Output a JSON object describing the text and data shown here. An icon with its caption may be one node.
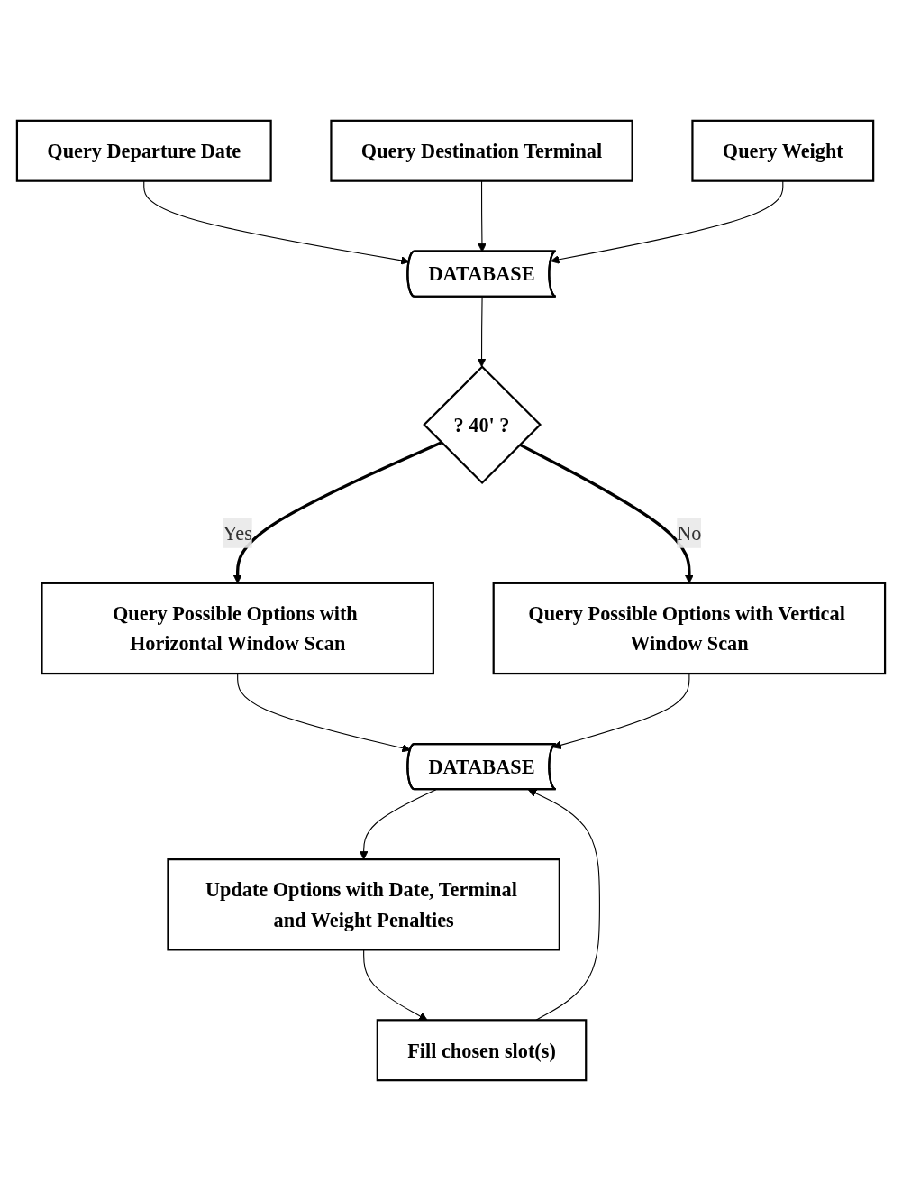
{
  "diagram": {
    "nodes": [
      {
        "text": [
          "Query Departure Date"
        ]
      },
      {
        "text": [
          "Query Destination Terminal"
        ]
      },
      {
        "text": [
          "Query Weight"
        ]
      },
      {
        "text": [
          "DATABASE"
        ]
      },
      {
        "text": [
          "? 40' ?"
        ]
      },
      {
        "text": [
          "Query Possible Options with Horizontal Window Scan"
        ]
      },
      {
        "text": [
          "Query Possible Options with Vertical Window Scan"
        ]
      },
      {
        "text": [
          "DATABASE"
        ]
      },
      {
        "text": [
          "Update Options with Date, Terminal and Weight Penalties"
        ]
      },
      {
        "text": [
          "Fill chosen slot(s)"
        ]
      }
    ],
    "edges": [
      {
        "from": 0,
        "to": 3,
        "arrow": "to"
      },
      {
        "from": 1,
        "to": 3,
        "arrow": "to"
      },
      {
        "from": 2,
        "to": 3,
        "arrow": "to"
      },
      {
        "from": 3,
        "to": 4,
        "arrow": "to"
      },
      {
        "from": 4,
        "to": 5,
        "label": "Yes",
        "arrow": "to",
        "style": "thick"
      },
      {
        "from": 4,
        "to": 6,
        "label": "No",
        "arrow": "to",
        "style": "thick"
      },
      {
        "from": 5,
        "to": 7,
        "arrow": "to"
      },
      {
        "from": 6,
        "to": 7,
        "arrow": "to"
      },
      {
        "from": 7,
        "to": 8,
        "arrow": "to"
      },
      {
        "from": 8,
        "to": 9,
        "arrow": "to"
      },
      {
        "from": 9,
        "to": 7,
        "arrow": "to"
      }
    ]
  }
}
